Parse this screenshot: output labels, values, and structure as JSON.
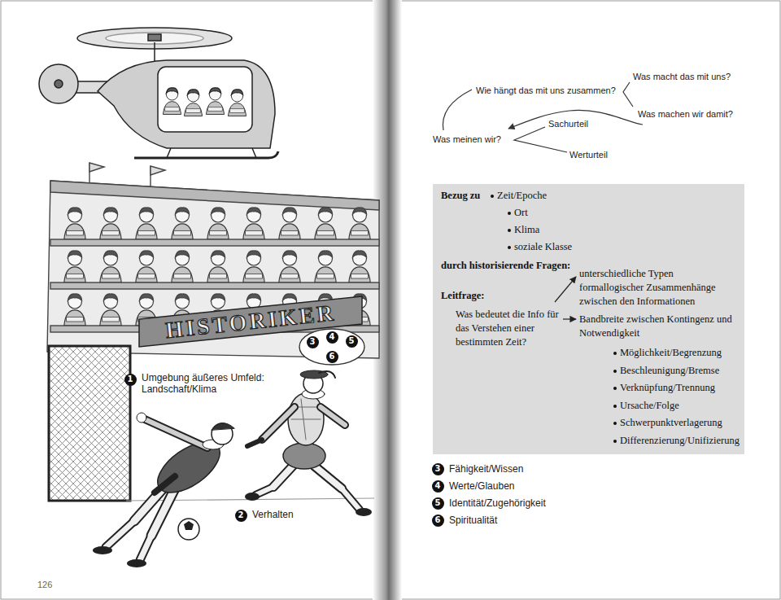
{
  "diagram": {
    "nodes": [
      {
        "text": [
          "1"
        ]
      },
      {
        "text": [
          "2"
        ]
      },
      {
        "text": [
          "3"
        ]
      },
      {
        "text": [
          "4"
        ]
      },
      {
        "text": [
          "5"
        ]
      },
      {
        "text": [
          "6"
        ]
      },
      {
        "text": [
          "Bezug zu",
          "Zeit/Epoche",
          "Ort",
          "Klima",
          "soziale Klasse",
          "durch historisierende Fragen:",
          "Leitfrage:",
          "Was bedeutet die Info für das Verstehen einer bestimmten Zeit?",
          "unterschiedliche Typen formallogischer Zusammenhänge zwischen den Informationen",
          "Bandbreite zwischen Kontingenz und Notwendigkeit",
          "Möglichkeit/Begrenzung",
          "Beschleunigung/Bremse",
          "Verknüpfung/Trennung",
          "Ursache/Folge",
          "Schwerpunktverlagerung",
          "Differenzierung/Unifizierung"
        ]
      },
      {
        "text": [
          "3"
        ]
      },
      {
        "text": [
          "4"
        ]
      },
      {
        "text": [
          "5"
        ]
      },
      {
        "text": [
          "6"
        ]
      }
    ],
    "labels": [
      "Umgebung äußeres Umfeld: Landschaft/Klima",
      "Verhalten",
      "HISTORIKER",
      "126",
      "Was macht das mit uns?",
      "Wie hängt das mit uns zusammen?",
      "Was machen wir damit?",
      "Sachurteil",
      "Was meinen wir?",
      "Werturteil",
      "Fähigkeit/Wissen",
      "Werte/Glauben",
      "Identität/Zugehörigkeit",
      "Spiritualität"
    ]
  }
}
